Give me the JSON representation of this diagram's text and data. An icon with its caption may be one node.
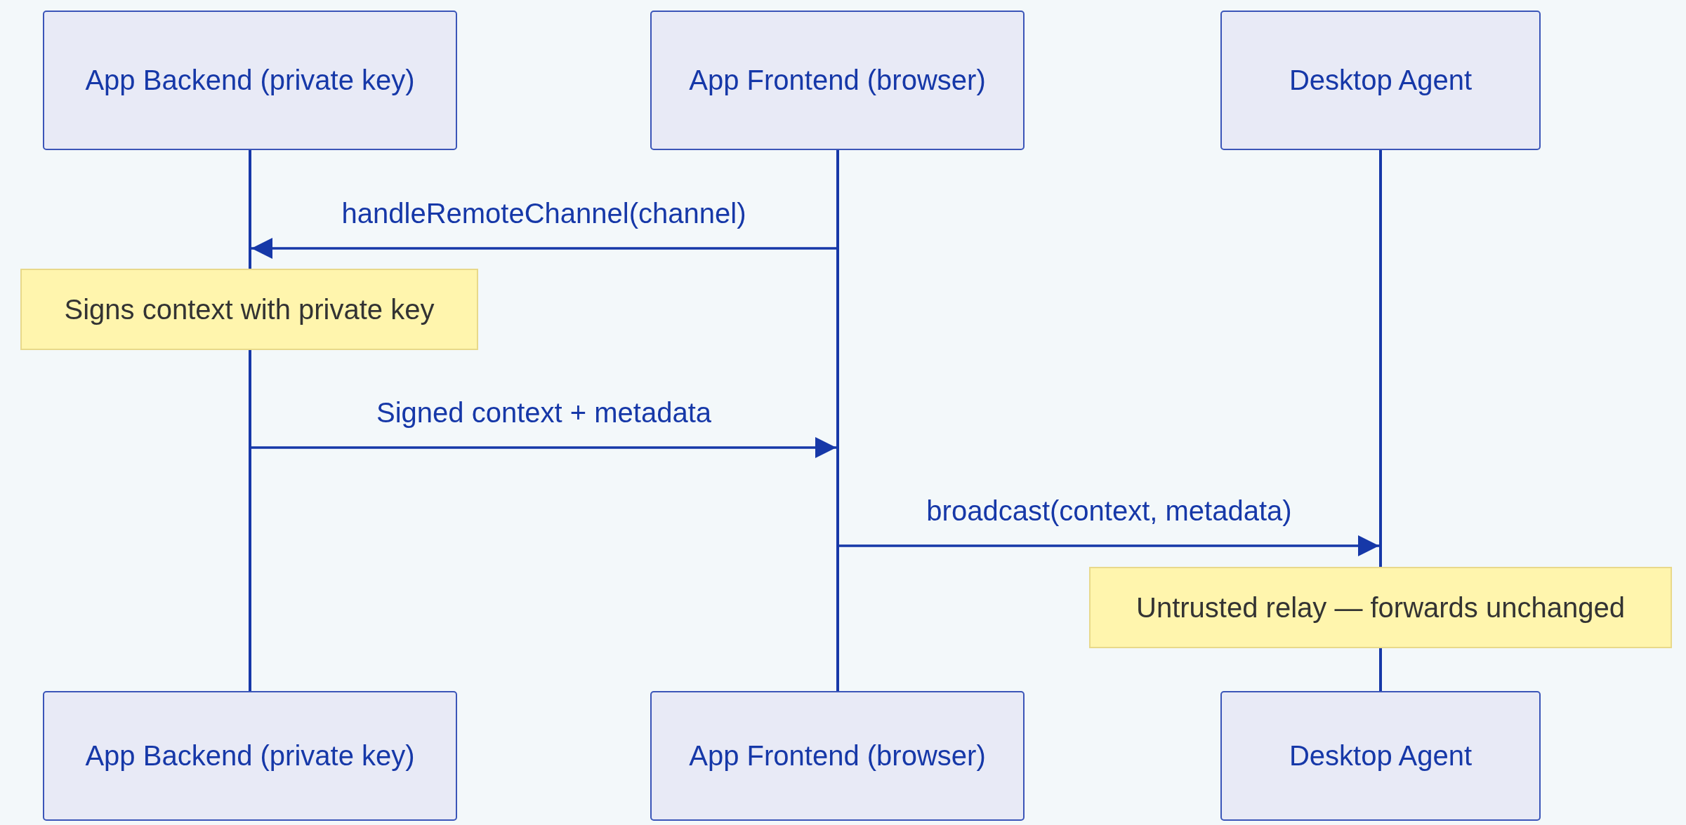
{
  "diagram": {
    "nodes": [
      {
        "text": [
          "App Backend (private key)"
        ]
      },
      {
        "text": [
          "App Frontend (browser)"
        ]
      },
      {
        "text": [
          "Desktop Agent"
        ]
      },
      {
        "text": [],
        "shape": "bar"
      },
      {
        "text": [],
        "shape": "bar"
      },
      {
        "text": [],
        "shape": "bar"
      },
      {
        "text": [],
        "shape": "bar"
      },
      {
        "text": [],
        "shape": "bar"
      },
      {
        "text": [
          "Signs context with private key"
        ]
      },
      {
        "text": [
          "Untrusted relay — forwards unchanged"
        ]
      },
      {
        "text": [
          "App Backend (private key)"
        ]
      },
      {
        "text": [
          "App Frontend (browser)"
        ]
      },
      {
        "text": [
          "Desktop Agent"
        ]
      }
    ],
    "edges": [
      {
        "from": 5,
        "to": 3,
        "arrow": "to",
        "label": "handleRemoteChannel(channel)"
      },
      {
        "from": 4,
        "to": 5,
        "arrow": "to",
        "label": "Signed context + metadata"
      },
      {
        "from": 5,
        "to": 6,
        "arrow": "to",
        "label": "broadcast(context, metadata)"
      }
    ]
  }
}
